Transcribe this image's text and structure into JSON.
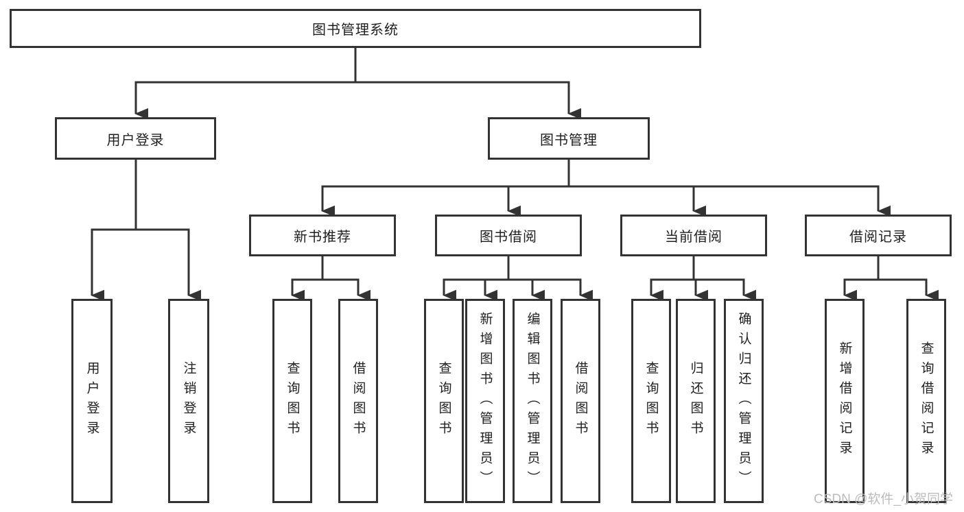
{
  "root": {
    "label": "图书管理系统"
  },
  "level2": {
    "user_login": {
      "label": "用户登录"
    },
    "book_management": {
      "label": "图书管理"
    }
  },
  "level3": {
    "new_book_recommend": {
      "label": "新书推荐"
    },
    "book_borrow": {
      "label": "图书借阅"
    },
    "current_borrow": {
      "label": "当前借阅"
    },
    "borrow_record": {
      "label": "借阅记录"
    }
  },
  "leaves": {
    "user_login_children": [
      {
        "label": "用户登录"
      },
      {
        "label": "注销登录"
      }
    ],
    "new_book_children": [
      {
        "label": "查询图书"
      },
      {
        "label": "借阅图书"
      }
    ],
    "book_borrow_children": [
      {
        "label": "查询图书"
      },
      {
        "label": "新增图书（管理员）"
      },
      {
        "label": "编辑图书（管理员）"
      },
      {
        "label": "借阅图书"
      }
    ],
    "current_borrow_children": [
      {
        "label": "查询图书"
      },
      {
        "label": "归还图书"
      },
      {
        "label": "确认归还（管理员）"
      }
    ],
    "borrow_record_children": [
      {
        "label": "新增借阅记录"
      },
      {
        "label": "查询借阅记录"
      }
    ]
  },
  "watermark": "CSDN @软件_小贺同学",
  "colors": {
    "line": "#333333",
    "text": "#1f1f1f",
    "watermark": "#bcbcbc",
    "background": "#ffffff"
  }
}
